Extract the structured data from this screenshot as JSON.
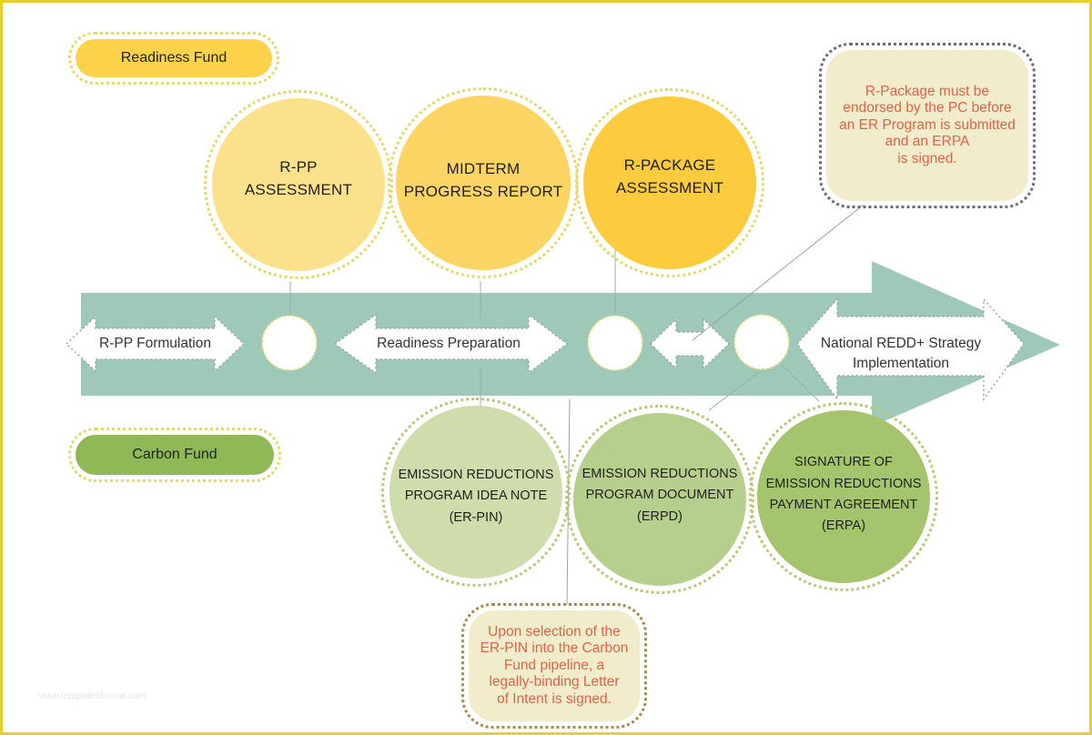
{
  "colors": {
    "band": "#9ec8b8",
    "frame": "#e8cf2b",
    "readiness_pill": "#fcd24a",
    "carbon_pill": "#8fb957",
    "note_text": "#dd6446",
    "note_bg": "#f1eccb",
    "circle_rpp": "#fce18c",
    "circle_midterm": "#fcd565",
    "circle_rpackage": "#fccb3e",
    "circle_erpin": "#cfdcab",
    "circle_erpd": "#b7cf8d",
    "circle_erpa": "#a5c46e"
  },
  "legend": {
    "readiness_fund": "Readiness Fund",
    "carbon_fund": "Carbon Fund"
  },
  "stages": {
    "rpp_formulation": "R-PP Formulation",
    "readiness_preparation": "Readiness Preparation",
    "national_strategy": "National REDD+ Strategy\nImplementation"
  },
  "milestones_top": {
    "rpp_assessment": "R-PP\nASSESSMENT",
    "midterm": "MIDTERM\nPROGRESS REPORT",
    "rpackage": "R-PACKAGE\nASSESSMENT"
  },
  "milestones_bottom": {
    "erpin": "EMISSION REDUCTIONS\nPROGRAM IDEA NOTE\n(ER-PIN)",
    "erpd": "EMISSION REDUCTIONS\nPROGRAM DOCUMENT\n(ERPD)",
    "erpa": "SIGNATURE OF\nEMISSION REDUCTIONS\nPAYMENT AGREEMENT\n(ERPA)"
  },
  "notes": {
    "rpackage_note": "R-Package must be\nendorsed by the PC before\nan ER Program is submitted\nand an ERPA\nis signed.",
    "erpin_note": "Upon selection of the\nER-PIN into the Carbon\nFund pipeline, a\nlegally-binding Letter\nof Intent is signed."
  },
  "watermark": "www.templatesformat.com"
}
